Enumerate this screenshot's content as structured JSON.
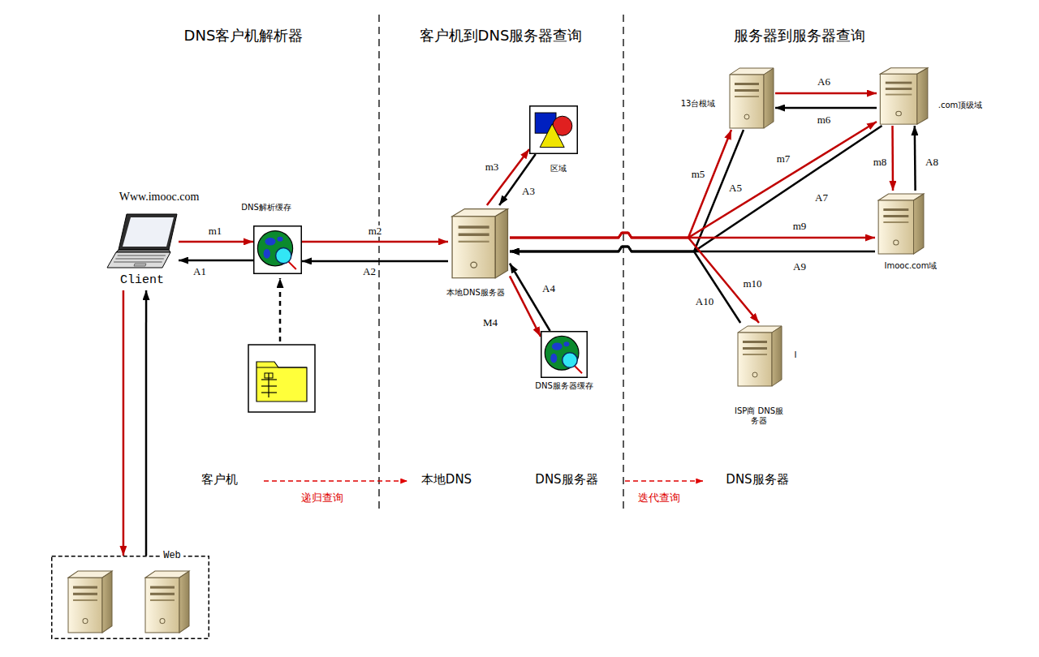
{
  "diagram": {
    "nodes": [
      {
        "text": [
          "Www.imooc.com",
          "Client"
        ]
      },
      {
        "text": [
          "DNS解析缓存"
        ]
      },
      {
        "text": [
          "本地DNS服务器"
        ]
      },
      {
        "text": [
          "区域"
        ]
      },
      {
        "text": [
          "DNS服务器缓存"
        ]
      },
      {
        "text": [
          "13台根域"
        ]
      },
      {
        "text": [
          ".com顶级域"
        ]
      },
      {
        "text": [
          "Imooc.com域"
        ]
      },
      {
        "text": [
          "ISP商 DNS服务器"
        ]
      },
      {
        "text": [
          "Web"
        ]
      }
    ],
    "edges": [
      {
        "from": 0,
        "to": 1,
        "arrow": "to",
        "label": "m1"
      },
      {
        "from": 1,
        "to": 0,
        "arrow": "to",
        "label": "A1"
      },
      {
        "from": 1,
        "to": 2,
        "arrow": "to",
        "label": "m2"
      },
      {
        "from": 2,
        "to": 1,
        "arrow": "to",
        "label": "A2"
      },
      {
        "from": 2,
        "to": 3,
        "arrow": "to",
        "label": "m3"
      },
      {
        "from": 3,
        "to": 2,
        "arrow": "to",
        "label": "A3"
      },
      {
        "from": 2,
        "to": 4,
        "arrow": "to",
        "label": "M4"
      },
      {
        "from": 4,
        "to": 2,
        "arrow": "to",
        "label": "A4"
      },
      {
        "from": 2,
        "to": 5,
        "arrow": "to",
        "label": "m5"
      },
      {
        "from": 5,
        "to": 2,
        "arrow": "to",
        "label": "A5"
      },
      {
        "from": 5,
        "to": 6,
        "arrow": "to",
        "label": "A6"
      },
      {
        "from": 6,
        "to": 5,
        "arrow": "to",
        "label": "m6"
      },
      {
        "from": 2,
        "to": 6,
        "arrow": "to",
        "label": "m7"
      },
      {
        "from": 6,
        "to": 2,
        "arrow": "to",
        "label": "A7"
      },
      {
        "from": 6,
        "to": 7,
        "arrow": "to",
        "label": "m8"
      },
      {
        "from": 7,
        "to": 6,
        "arrow": "to",
        "label": "A8"
      },
      {
        "from": 2,
        "to": 7,
        "arrow": "to",
        "label": "m9"
      },
      {
        "from": 7,
        "to": 2,
        "arrow": "to",
        "label": "A9"
      },
      {
        "from": 2,
        "to": 8,
        "arrow": "to",
        "label": "m10"
      },
      {
        "from": 8,
        "to": 2,
        "arrow": "to",
        "label": "A10"
      },
      {
        "from": 0,
        "to": 9,
        "arrow": "to"
      },
      {
        "from": 9,
        "to": 0,
        "arrow": "to"
      }
    ],
    "labels": [
      "DNS客户机解析器",
      "客户机到DNS服务器查询",
      "服务器到服务器查询",
      "I",
      "客户机",
      "递归查询",
      "本地DNS",
      "DNS服务器",
      "迭代查询",
      "DNS服务器"
    ]
  }
}
